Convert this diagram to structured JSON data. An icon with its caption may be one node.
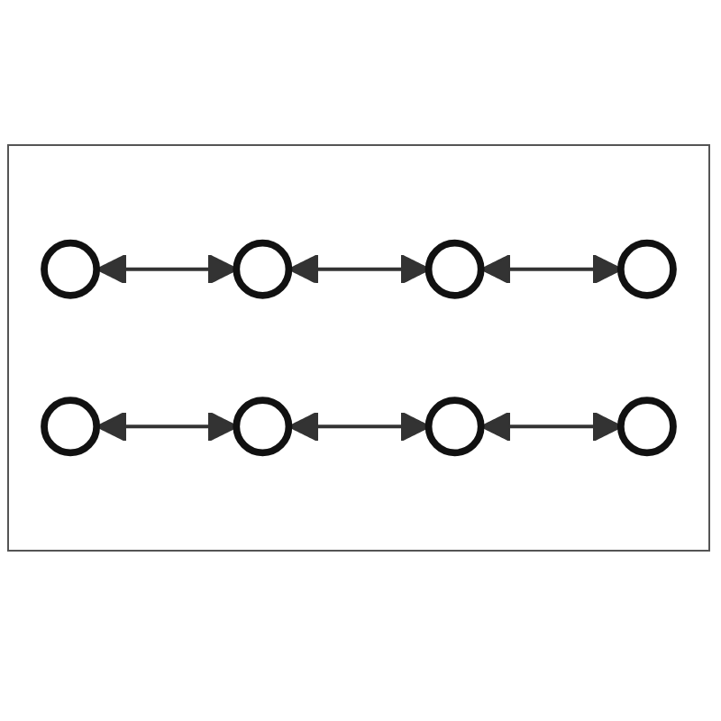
{
  "diagram": {
    "nodes": [
      {
        "text": [],
        "shape": "circle"
      },
      {
        "text": [],
        "shape": "circle"
      },
      {
        "text": [],
        "shape": "circle"
      },
      {
        "text": [],
        "shape": "circle"
      },
      {
        "text": [],
        "shape": "circle"
      },
      {
        "text": [],
        "shape": "circle"
      },
      {
        "text": [],
        "shape": "circle"
      },
      {
        "text": [],
        "shape": "circle"
      }
    ],
    "edges": [
      {
        "from": 0,
        "to": 1,
        "arrow": "both"
      },
      {
        "from": 1,
        "to": 2,
        "arrow": "both"
      },
      {
        "from": 2,
        "to": 3,
        "arrow": "both"
      },
      {
        "from": 4,
        "to": 5,
        "arrow": "both"
      },
      {
        "from": 5,
        "to": 6,
        "arrow": "both"
      },
      {
        "from": 6,
        "to": 7,
        "arrow": "both"
      }
    ]
  }
}
